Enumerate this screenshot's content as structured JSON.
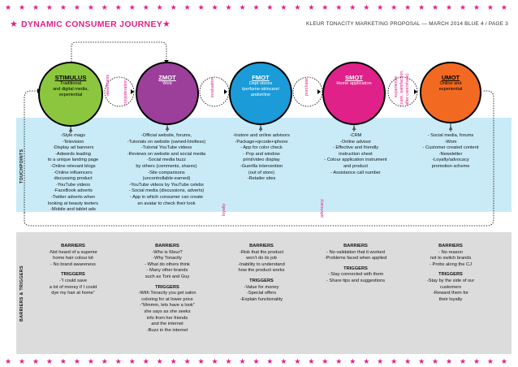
{
  "header": {
    "title": "DYNAMIC CONSUMER JOURNEY",
    "subtitle": "KLEUR TONACITY MARKETING PROPOSAL — MARCH 2014 BLUE 4 / PAGE 3",
    "stars": "★ ★ ★ ★ ★ ★ ★ ★ ★ ★ ★ ★ ★ ★ ★ ★ ★ ★ ★ ★ ★ ★ ★ ★ ★ ★ ★ ★ ★ ★ ★ ★ ★ ★ ★ ★ ★ ★ ★ ★ ★ ★ ★ ★ ★ ★ ★ ★ ★ ★ ★ ★ ★ ★ ★ ★ ★ ★ ★ ★",
    "title_star": "★"
  },
  "labels": {
    "touchpoints": "TOUCHPOINTS",
    "barriers_triggers": "BARRIERS & TRIGGERS"
  },
  "colors": {
    "accent": "#e0218a",
    "stimulus": "#8cc63f",
    "zmot": "#9b3f9b",
    "fmot": "#1b9bd7",
    "smot": "#e0218a",
    "umot": "#f26a22",
    "touchpoint_band": "#c9ebf7",
    "barrier_band": "#dcdcdc"
  },
  "phases": {
    "awareness": "awareness",
    "consideration": "consideration",
    "evaluation": "evaluation",
    "purchase": "purchase",
    "experience": "experience",
    "experience_sub": "(care, satisfaction,",
    "experience_sub2": "after care/share)",
    "loyalty": "loyalty",
    "advocacy": "advocacy"
  },
  "stages": {
    "stimulus": {
      "name": "STIMULUS",
      "desc": [
        "Traditional",
        "and digital media,",
        "experiential"
      ]
    },
    "zmot": {
      "name": "ZMOT",
      "desc": [
        "Web"
      ]
    },
    "fmot": {
      "name": "FMOT",
      "desc": [
        "Dept stores",
        "/perfume-skincare/",
        "andonline"
      ]
    },
    "smot": {
      "name": "SMOT",
      "desc": [
        "Home application"
      ]
    },
    "umot": {
      "name": "UMOT",
      "desc": [
        "Online and",
        "experiential"
      ]
    }
  },
  "touchpoints": {
    "stimulus": [
      "-Style mags",
      "-Television",
      "-Display ad banners",
      "-Adwords leading",
      "to a unique landing page",
      "-Online relevant blogs",
      "-Online influencers",
      "discussing product",
      "-YouTube videos",
      "-FaceBook adverts",
      "-Twitter adverts when",
      "looking at beauty teeters",
      "-Mobile and tablet ads"
    ],
    "zmot": [
      "-Official website, forums,",
      "-Tutorials on website (owned-limitless)",
      "-Tutorial YouTube videos",
      "-Reviews on website and social media",
      "-Social media buzz",
      "by others (comments, shares)",
      "-Site comparisons",
      "(uncontrollable-earned)",
      "-YouTube videos by YouTube celebs",
      "- Social media (discussions, adverts)",
      "- App in which consumer can create",
      "an avatar to check their look"
    ],
    "fmot": [
      "-Instore and online advisors",
      "-Package+qrcode+iphone",
      "- App for color check",
      "- Pop and window",
      "print/video display",
      "-Guerilla intervention",
      "(out of store)",
      "-Retailer sites"
    ],
    "smot": [
      "-CRM",
      "-Online advisor",
      "- Effective and friendly",
      "instruction sheet",
      "- Colour application instrument",
      "and product",
      "- Assistance call number"
    ],
    "umot": [
      "- Social media, forums",
      "-Wom",
      "- Customer created content",
      "-Newsletter",
      "-Loyalty/advocacy",
      "promotion scheme"
    ]
  },
  "barriers": {
    "stimulus": {
      "heading": "BARRIERS",
      "items": [
        "-Not heard of a superior",
        "home hair colour kit",
        "- No brand awareness"
      ],
      "trig_heading": "TRIGGERS",
      "triggers": [
        "-“I could save",
        "a lot of money if I could",
        "dye my hair at home”"
      ]
    },
    "zmot": {
      "heading": "BARRIERS",
      "items": [
        "-Who is Kleur?",
        "-Why Tonacity",
        "- What do others think",
        "- Many other brands",
        "such as Toni and Guy"
      ],
      "trig_heading": "TRIGGERS",
      "triggers": [
        "-With Tonacity you get salon",
        "coloring for at lower price",
        "-“Mmmm, lets have a look”",
        "she says as she seeks",
        "info from her friends",
        "and the internet",
        "-Buzz in the internet"
      ]
    },
    "fmot": {
      "heading": "BARRIERS",
      "items": [
        "-Risk that the product",
        "won’t do its job",
        "-Inability to understand",
        "how the product works"
      ],
      "trig_heading": "TRIGGERS",
      "triggers": [
        "-Value for money",
        "-Special offers",
        "-Explain functionality"
      ]
    },
    "smot": {
      "heading": "BARRIERS",
      "items": [
        "- No validation that it worked",
        "-Problems faced when applied"
      ],
      "trig_heading": "TRIGGERS",
      "triggers": [
        "- Stay connected with them",
        "- Share tips and suggestions"
      ]
    },
    "umot": {
      "heading": "BARRIERS",
      "items": [
        "- No reason",
        "not to switch brands",
        "- Probs along the CJ"
      ],
      "trig_heading": "TRIGGERS",
      "triggers": [
        "-Stay by the side of our",
        "customers",
        "-Reward them for",
        "their loyalty"
      ]
    }
  }
}
